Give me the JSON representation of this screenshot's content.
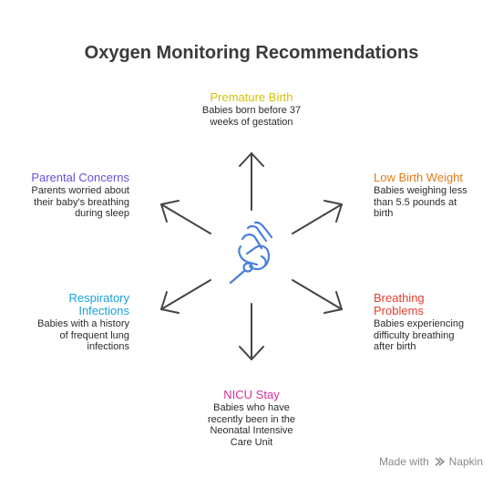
{
  "title": "Oxygen Monitoring Recommendations",
  "center_icon": "baby-hand-icon",
  "items": [
    {
      "label": "Premature Birth",
      "desc": [
        "Babies born before 37",
        "weeks of gestation"
      ],
      "color": "#d4c20a"
    },
    {
      "label": "Low Birth Weight",
      "desc": [
        "Babies weighing less",
        "than 5.5 pounds at",
        "birth"
      ],
      "color": "#e07b16"
    },
    {
      "label": "Breathing Problems",
      "label_lines": [
        "Breathing",
        "Problems"
      ],
      "desc": [
        "Babies experiencing",
        "difficulty breathing",
        "after birth"
      ],
      "color": "#e0402f"
    },
    {
      "label": "NICU Stay",
      "desc": [
        "Babies who have",
        "recently been in the",
        "Neonatal Intensive",
        "Care Unit"
      ],
      "color": "#d62fa0"
    },
    {
      "label": "Respiratory Infections",
      "label_lines": [
        "Respiratory",
        "Infections"
      ],
      "desc": [
        "Babies with a history",
        "of frequent lung",
        "infections"
      ],
      "color": "#1aa0d8"
    },
    {
      "label": "Parental Concerns",
      "desc": [
        "Parents worried about",
        "their baby's breathing",
        "during sleep"
      ],
      "color": "#6a4fd8"
    }
  ],
  "branding": {
    "prefix": "Made with",
    "name": "Napkin"
  }
}
